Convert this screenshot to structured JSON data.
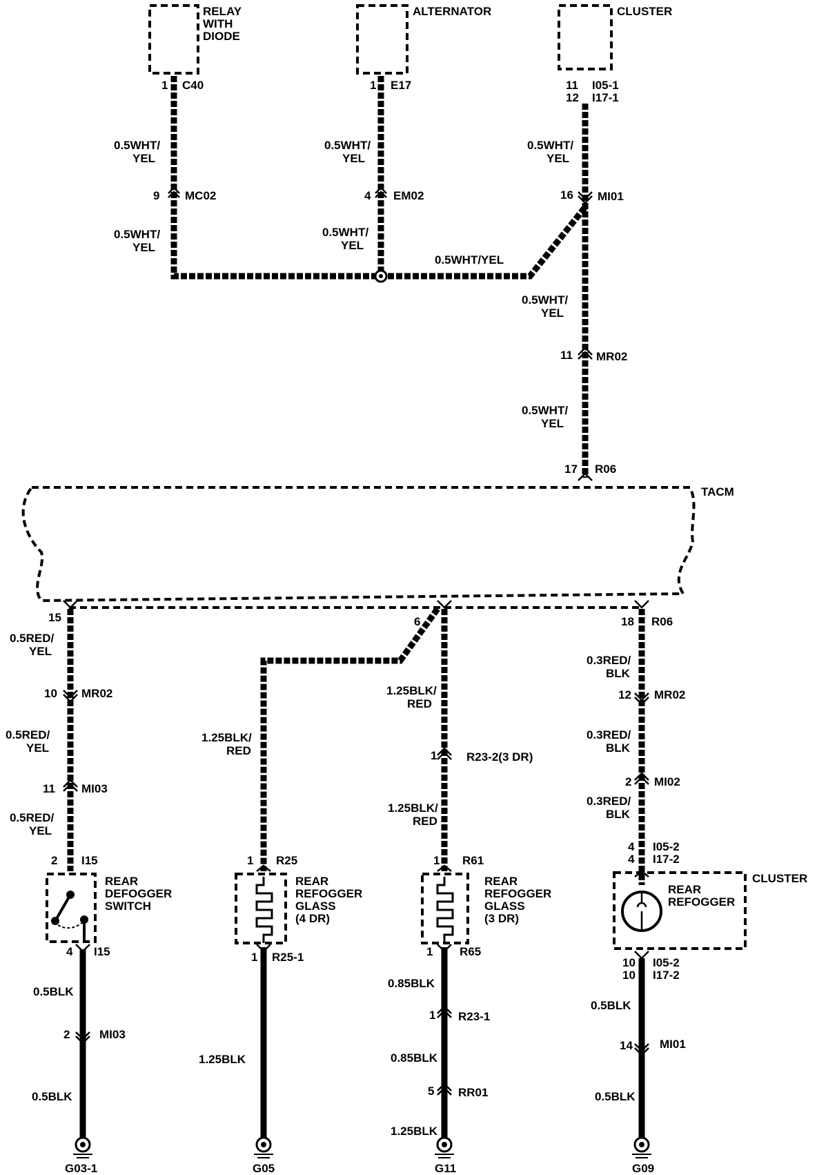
{
  "components": {
    "relay": {
      "line1": "RELAY",
      "line2": "WITH",
      "line3": "DIODE",
      "pin": "1",
      "connector": "C40"
    },
    "alternator": {
      "label": "ALTERNATOR",
      "pin": "1",
      "connector": "E17"
    },
    "cluster_top": {
      "label": "CLUSTER",
      "pin_a": "11",
      "pin_b": "12",
      "conn_a": "I05-1",
      "conn_b": "I17-1"
    },
    "tacm": {
      "label": "TACM",
      "pin_top": "17",
      "conn_top": "R06",
      "pin_left": "15",
      "pin_mid": "6",
      "pin_right": "18",
      "conn_right": "R06"
    },
    "defogger_switch": {
      "line1": "REAR",
      "line2": "DEFOGGER",
      "line3": "SWITCH",
      "pin_top": "2",
      "conn_top": "I15",
      "pin_bottom": "4",
      "conn_bottom": "I15"
    },
    "glass_4dr": {
      "line1": "REAR",
      "line2": "REFOGGER",
      "line3": "GLASS",
      "line4": "(4 DR)",
      "pin_top": "1",
      "conn_top": "R25",
      "pin_bottom": "1",
      "conn_bottom": "R25-1"
    },
    "glass_3dr": {
      "line1": "REAR",
      "line2": "REFOGGER",
      "line3": "GLASS",
      "line4": "(3 DR)",
      "pin_top": "1",
      "conn_top": "R61",
      "pin_bottom": "1",
      "conn_bottom": "R65"
    },
    "cluster_bottom": {
      "label": "CLUSTER",
      "line1": "REAR",
      "line2": "REFOGGER",
      "pin_top_a": "4",
      "pin_top_b": "4",
      "conn_top_a": "I05-2",
      "conn_top_b": "I17-2",
      "pin_bot_a": "10",
      "pin_bot_b": "10",
      "conn_bot_a": "I05-2",
      "conn_bot_b": "I17-2"
    }
  },
  "wires": {
    "w_relay_1": {
      "line1": "0.5WHT/",
      "line2": "YEL"
    },
    "w_relay_2": {
      "line1": "0.5WHT/",
      "line2": "YEL"
    },
    "w_alt_1": {
      "line1": "0.5WHT/",
      "line2": "YEL"
    },
    "w_alt_2": {
      "line1": "0.5WHT/",
      "line2": "YEL"
    },
    "w_splice": "0.5WHT/YEL",
    "w_cl_1": {
      "line1": "0.5WHT/",
      "line2": "YEL"
    },
    "w_cl_2": {
      "line1": "0.5WHT/",
      "line2": "YEL"
    },
    "w_cl_3": {
      "line1": "0.5WHT/",
      "line2": "YEL"
    },
    "w_sw_1": {
      "line1": "0.5RED/",
      "line2": "YEL"
    },
    "w_sw_2": {
      "line1": "0.5RED/",
      "line2": "YEL"
    },
    "w_sw_3": {
      "line1": "0.5RED/",
      "line2": "YEL"
    },
    "w_sw_4": "0.5BLK",
    "w_sw_5": "0.5BLK",
    "w_4dr_1": {
      "line1": "1.25BLK/",
      "line2": "RED"
    },
    "w_4dr_2": "1.25BLK",
    "w_3dr_1": {
      "line1": "1.25BLK/",
      "line2": "RED"
    },
    "w_3dr_2": {
      "line1": "1.25BLK/",
      "line2": "RED"
    },
    "w_3dr_3": "0.85BLK",
    "w_3dr_4": "0.85BLK",
    "w_3dr_5": "1.25BLK",
    "w_cb_1": {
      "line1": "0.3RED/",
      "line2": "BLK"
    },
    "w_cb_2": {
      "line1": "0.3RED/",
      "line2": "BLK"
    },
    "w_cb_3": {
      "line1": "0.3RED/",
      "line2": "BLK"
    },
    "w_cb_4": "0.5BLK",
    "w_cb_5": "0.5BLK"
  },
  "connectors": {
    "mc02": {
      "pin": "9",
      "name": "MC02"
    },
    "em02": {
      "pin": "4",
      "name": "EM02"
    },
    "mi01_top": {
      "pin": "16",
      "name": "MI01"
    },
    "mr02_top": {
      "pin": "11",
      "name": "MR02"
    },
    "mr02_left": {
      "pin": "10",
      "name": "MR02"
    },
    "mi03_top": {
      "pin": "11",
      "name": "MI03"
    },
    "mi03_bot": {
      "pin": "2",
      "name": "MI03"
    },
    "r23_2": {
      "pin": "1",
      "name": "R23-2(3 DR)"
    },
    "r23_1": {
      "pin": "1",
      "name": "R23-1"
    },
    "rr01": {
      "pin": "5",
      "name": "RR01"
    },
    "mr02_right": {
      "pin": "12",
      "name": "MR02"
    },
    "mi02": {
      "pin": "2",
      "name": "MI02"
    },
    "mi01_bot": {
      "pin": "14",
      "name": "MI01"
    }
  },
  "grounds": {
    "g1": "G03-1",
    "g2": "G05",
    "g3": "G11",
    "g4": "G09"
  }
}
